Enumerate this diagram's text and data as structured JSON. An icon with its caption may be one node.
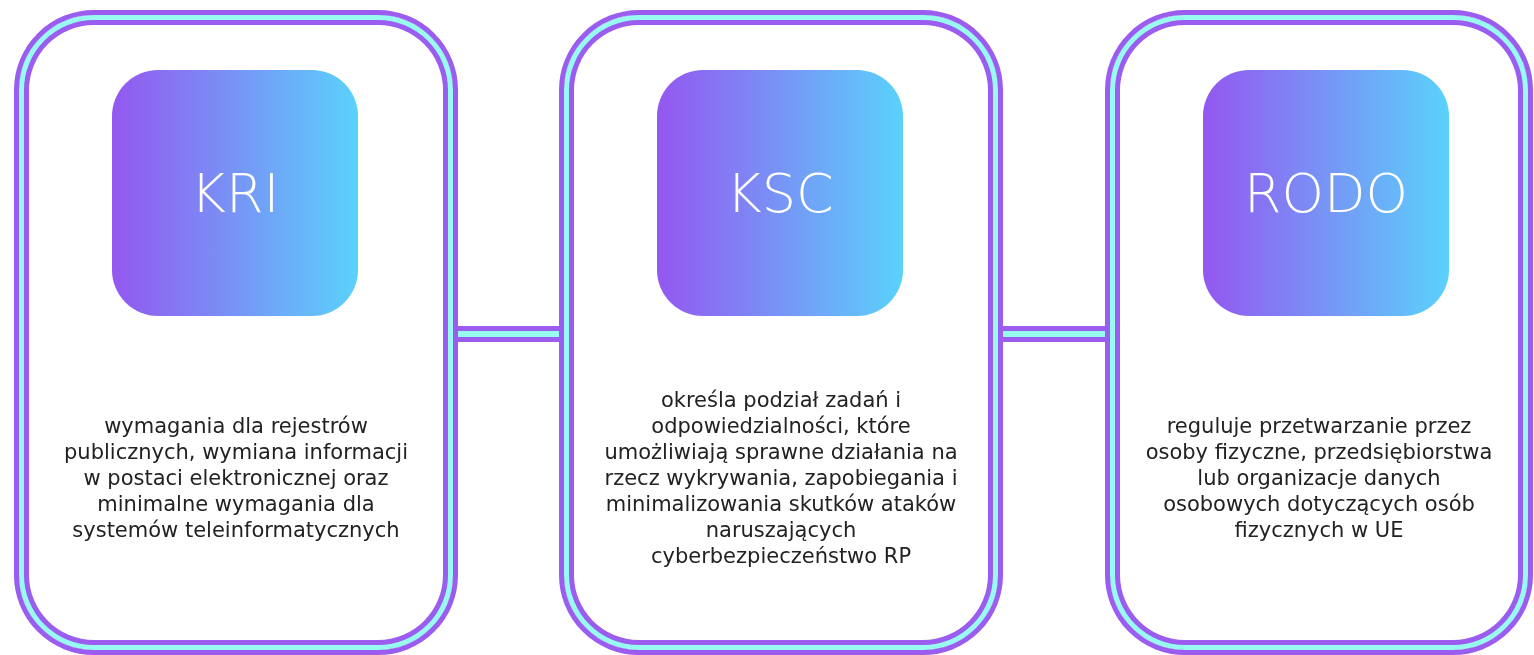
{
  "diagram": {
    "nodes": [
      {
        "text": [
          "wymagania dla rejestrów publicznych, wymiana informacji w postaci elektronicznej oraz minimalne wymagania dla systemów teleinformatycznych"
        ]
      },
      {
        "text": [
          "KRI"
        ],
        "in": 0
      },
      {
        "text": [
          "określa podział zadań i odpowiedzialności, które umożliwiają sprawne działania na rzecz wykrywania, zapobiegania i minimalizowania skutków ataków naruszających cyberbezpieczeństwo RP"
        ]
      },
      {
        "text": [
          "KSC"
        ],
        "in": 2
      },
      {
        "text": [
          "reguluje przetwarzanie przez osoby fizyczne, przedsiębiorstwa lub organizacje danych osobowych dotyczących osób fizycznych w UE"
        ]
      },
      {
        "text": [
          "RODO"
        ],
        "in": 4
      }
    ],
    "edges": [
      {
        "from": 0,
        "to": 2,
        "arrow": "none"
      },
      {
        "from": 2,
        "to": 4,
        "arrow": "none"
      }
    ]
  }
}
